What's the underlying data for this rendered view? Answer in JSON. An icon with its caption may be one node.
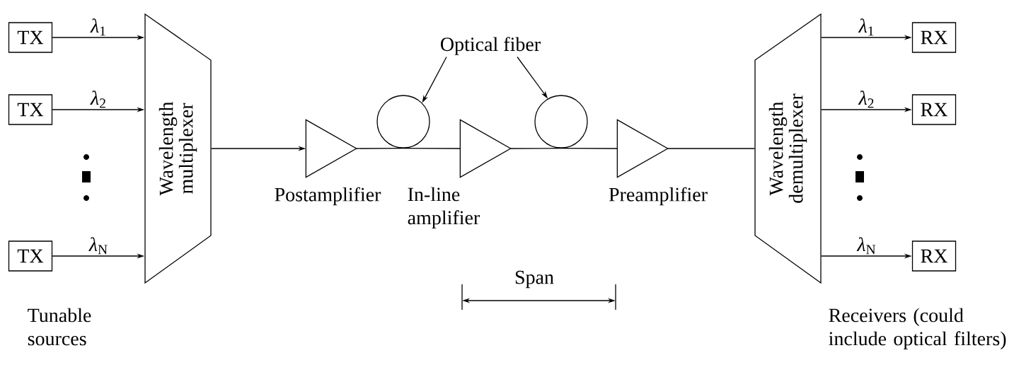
{
  "diagram": {
    "nodes": [
      {
        "text": [
          "TX"
        ]
      },
      {
        "text": [
          "TX"
        ]
      },
      {
        "text": [
          "TX"
        ]
      },
      {
        "text": [
          "Wavelength multiplexer"
        ]
      },
      {
        "text": [],
        "shape": "triangle",
        "beside": [
          "Postamplifier"
        ]
      },
      {
        "text": [],
        "shape": "circle"
      },
      {
        "text": [],
        "shape": "triangle",
        "beside": [
          "In-line amplifier"
        ]
      },
      {
        "text": [],
        "shape": "circle"
      },
      {
        "text": [],
        "shape": "triangle",
        "beside": [
          "Preamplifier"
        ]
      },
      {
        "text": [
          "Wavelength demultiplexer"
        ]
      },
      {
        "text": [
          "RX"
        ]
      },
      {
        "text": [
          "RX"
        ]
      },
      {
        "text": [
          "RX"
        ]
      },
      {
        "text": [
          "Optical fiber"
        ]
      }
    ],
    "edges": [
      {
        "from": 0,
        "to": 3,
        "arrow": "to",
        "label": "*λ*$_{1}$"
      },
      {
        "from": 1,
        "to": 3,
        "arrow": "to",
        "label": "*λ*$_{2}$"
      },
      {
        "from": 2,
        "to": 3,
        "arrow": "to",
        "label": "*λ*$_{N}$"
      },
      {
        "from": 3,
        "to": 4,
        "arrow": "to"
      },
      {
        "from": 4,
        "to": 5,
        "arrow": "none"
      },
      {
        "from": 5,
        "to": 6,
        "arrow": "none"
      },
      {
        "from": 6,
        "to": 7,
        "arrow": "none"
      },
      {
        "from": 7,
        "to": 8,
        "arrow": "none"
      },
      {
        "from": 8,
        "to": 9,
        "arrow": "none"
      },
      {
        "from": 9,
        "to": 10,
        "arrow": "to",
        "label": "*λ*$_{1}$"
      },
      {
        "from": 9,
        "to": 11,
        "arrow": "to",
        "label": "*λ*$_{2}$"
      },
      {
        "from": 9,
        "to": 12,
        "arrow": "to",
        "label": "*λ*$_{N}$"
      },
      {
        "from": 13,
        "to": 5,
        "arrow": "to"
      },
      {
        "from": 13,
        "to": 7,
        "arrow": "to"
      }
    ],
    "labels": [
      "Span",
      "Tunable sources",
      "Receivers (could include optical filters)"
    ]
  }
}
